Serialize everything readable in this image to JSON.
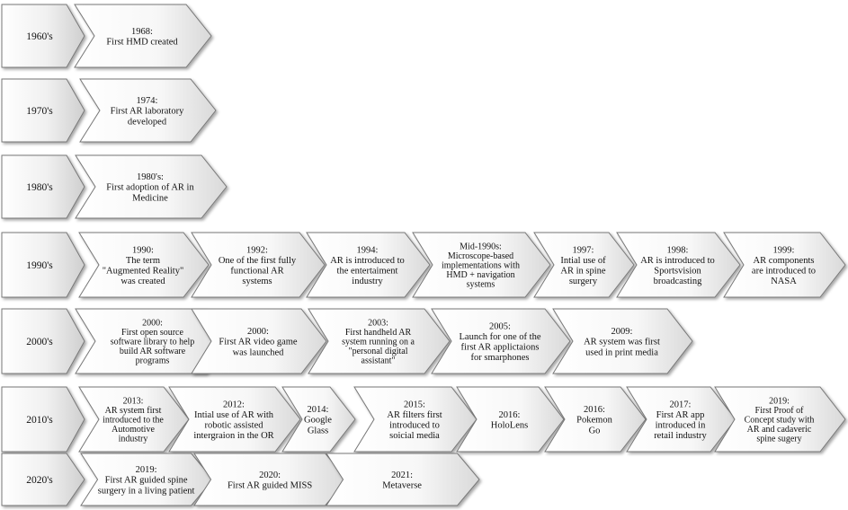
{
  "colors": {
    "chevron_fill_light": "#ffffff",
    "chevron_fill_dark": "#d6d6d6",
    "outline": "#777777",
    "text": "#111111"
  },
  "rows": [
    {
      "decade": "1960's",
      "events": [
        {
          "lines": [
            "1968:",
            "First HMD created"
          ]
        }
      ]
    },
    {
      "decade": "1970's",
      "events": [
        {
          "lines": [
            "1974:",
            "First AR laboratory",
            "developed"
          ]
        }
      ]
    },
    {
      "decade": "1980's",
      "events": [
        {
          "lines": [
            "1980's:",
            "First adoption of AR in",
            "Medicine"
          ]
        }
      ]
    },
    {
      "decade": "1990's",
      "events": [
        {
          "lines": [
            "1990:",
            "The term",
            "\"Augmented Reality\"",
            "was created"
          ]
        },
        {
          "lines": [
            "1992:",
            "One of the first fully",
            "functional AR",
            "systems"
          ]
        },
        {
          "lines": [
            "1994:",
            "AR is introduced to",
            "the entertaiment",
            "industry"
          ]
        },
        {
          "lines": [
            "Mid-1990s:",
            "Microscope-based",
            "implementations with",
            "HMD + navigation",
            "systems"
          ]
        },
        {
          "lines": [
            "1997:",
            "Intial use of",
            "AR in spine",
            "surgery"
          ]
        },
        {
          "lines": [
            "1998:",
            "AR is introduced to",
            "Sportsvision",
            "broadcasting"
          ]
        },
        {
          "lines": [
            "1999:",
            "AR components",
            "are introduced to",
            "NASA"
          ]
        }
      ]
    },
    {
      "decade": "2000's",
      "events": [
        {
          "lines": [
            "2000:",
            "First open source",
            "software library to help",
            "build AR software",
            "programs"
          ]
        },
        {
          "lines": [
            "2000:",
            "First AR video game",
            "was launched"
          ]
        },
        {
          "lines": [
            "2003:",
            "First handheld AR",
            "system running on a",
            "\"personal digital",
            "assistant\""
          ]
        },
        {
          "lines": [
            "2005:",
            "Launch for one of the",
            "first AR applictaions",
            "for smarphones"
          ]
        },
        {
          "lines": [
            "2009:",
            "AR system was first",
            "used in print media"
          ]
        }
      ]
    },
    {
      "decade": "2010's",
      "events": [
        {
          "lines": [
            "2013:",
            "AR system first",
            "introduced to the",
            "Automotive",
            "industry"
          ]
        },
        {
          "lines": [
            "2012:",
            "Intial use of AR with",
            "robotic assisted",
            "intergraion in the OR"
          ]
        },
        {
          "lines": [
            "2014:",
            "Google",
            "Glass"
          ]
        },
        {
          "lines": [
            "2015:",
            "AR filters first",
            "introduced to",
            "soicial media"
          ]
        },
        {
          "lines": [
            "2016:",
            "HoloLens"
          ]
        },
        {
          "lines": [
            "2016:",
            "Pokemon",
            "Go"
          ]
        },
        {
          "lines": [
            "2017:",
            "First AR app",
            "introduced in",
            "retail industry"
          ]
        },
        {
          "lines": [
            "2019:",
            "First Proof of",
            "Concept study with",
            "AR and cadaveric",
            "spine sugery"
          ]
        }
      ]
    },
    {
      "decade": "2020's",
      "events": [
        {
          "lines": [
            "2019:",
            "First AR guided spine",
            "surgery in a living patient"
          ]
        },
        {
          "lines": [
            "2020:",
            "First AR guided MISS"
          ]
        },
        {
          "lines": [
            "2021:",
            "Metaverse"
          ]
        }
      ]
    }
  ]
}
